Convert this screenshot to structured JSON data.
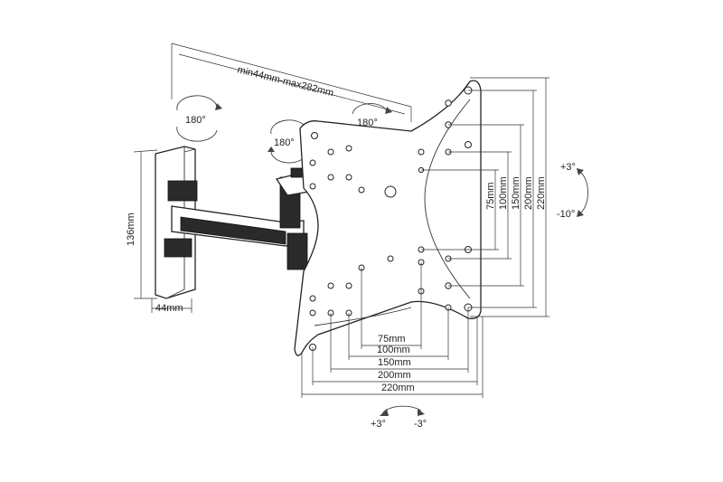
{
  "labels": {
    "arm_extension": "min44mm-max282mm",
    "rot_wall": "180°",
    "rot_arm": "180°",
    "rot_plate": "180°",
    "wall_height": "136mm",
    "wall_width": "44mm",
    "tilt_up": "+3°",
    "tilt_down": "-10°",
    "swivel_left": "+3°",
    "swivel_right": "-3°",
    "vesa_v": [
      "75mm",
      "100mm",
      "150mm",
      "200mm",
      "220mm"
    ],
    "vesa_h": [
      "75mm",
      "100mm",
      "150mm",
      "200mm",
      "220mm"
    ]
  }
}
